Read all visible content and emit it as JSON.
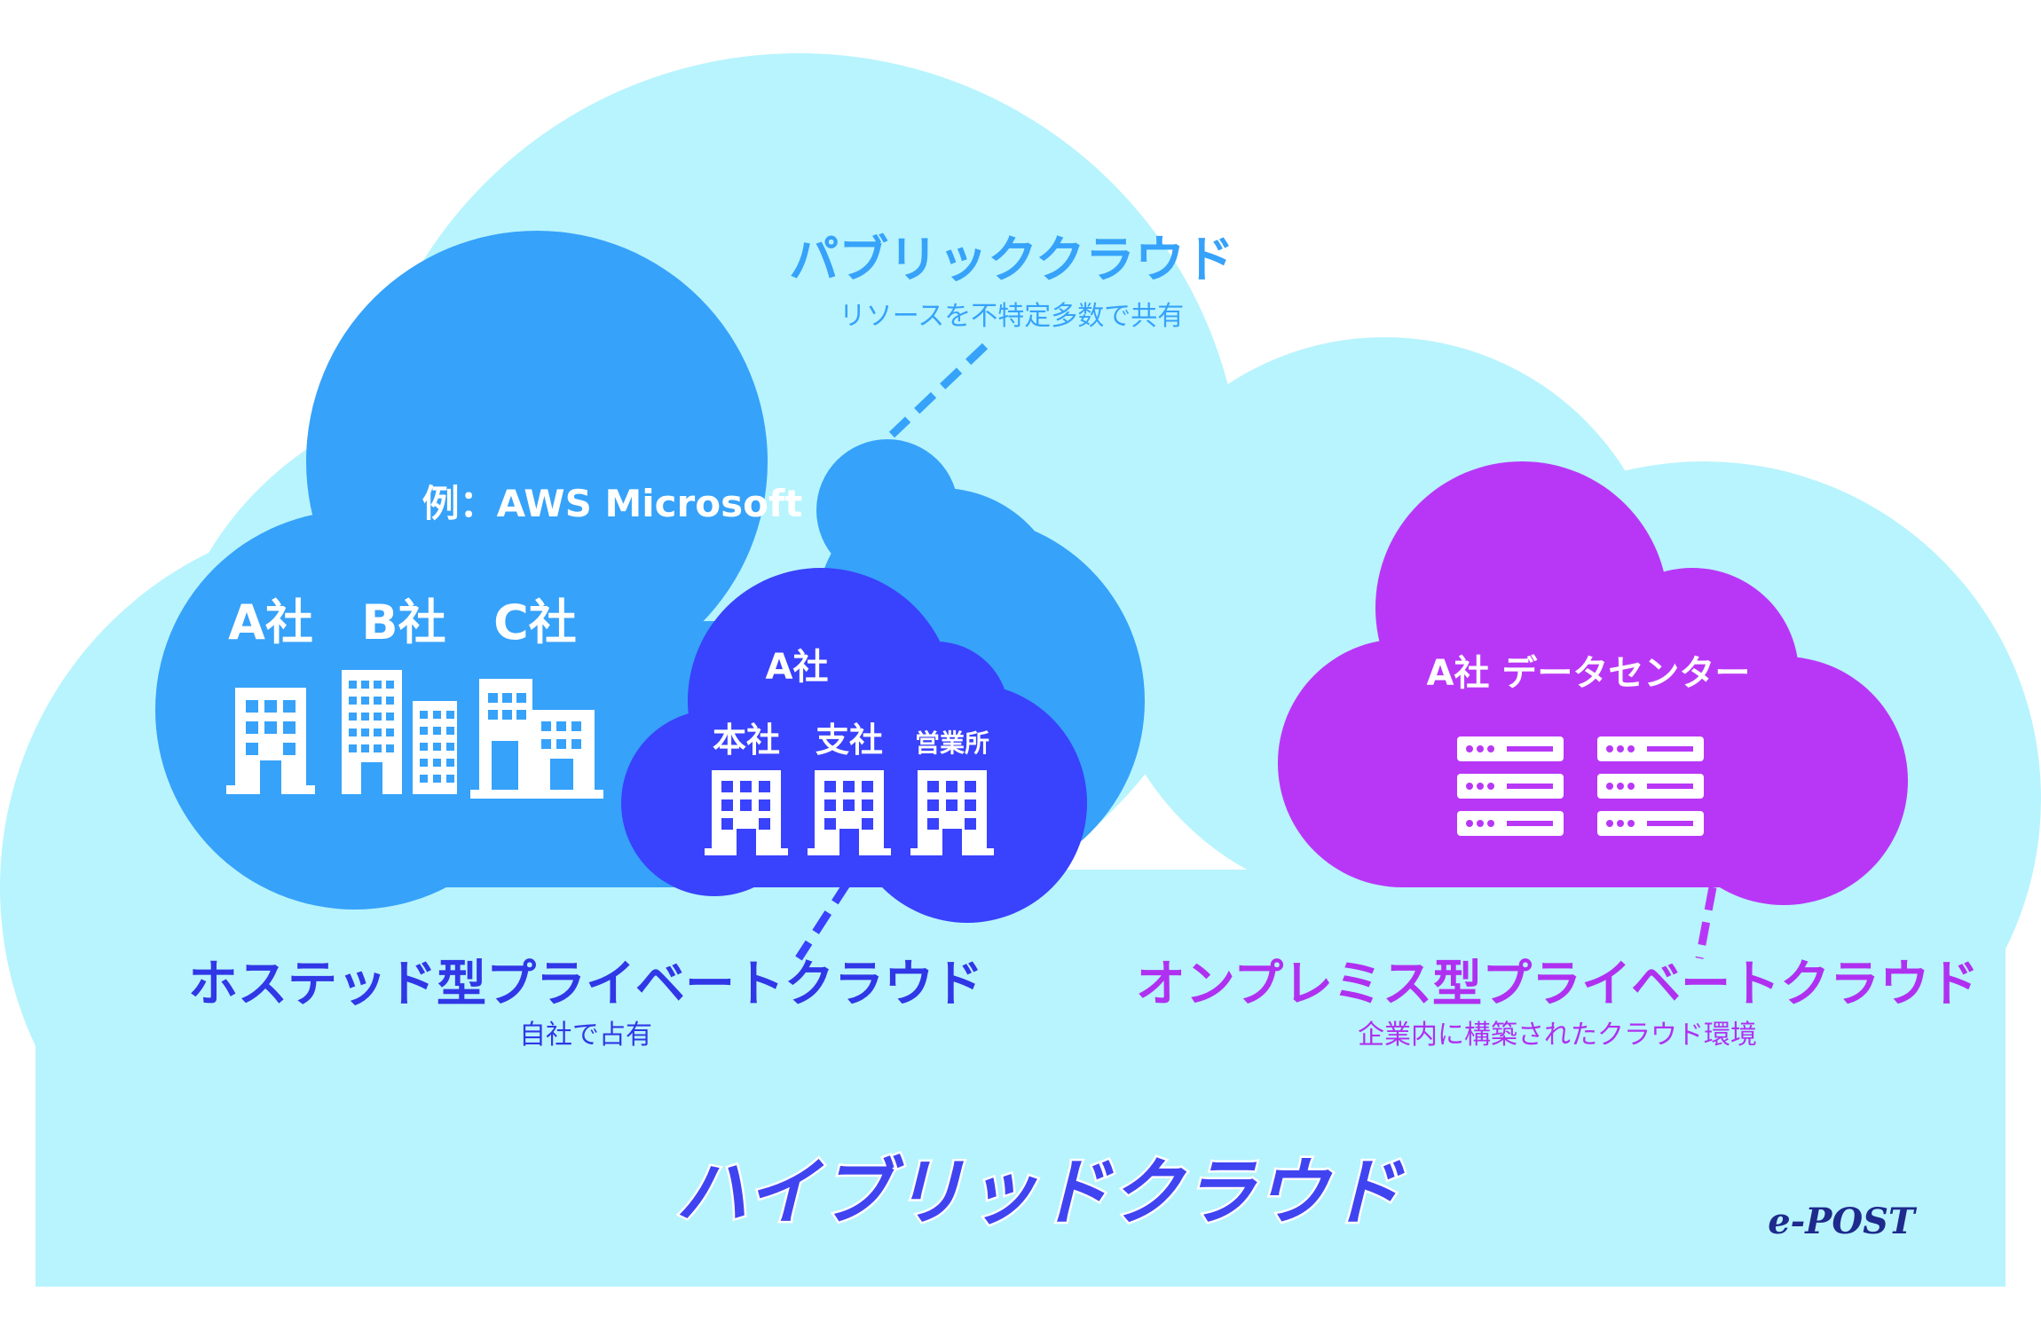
{
  "colors": {
    "hybrid_cloud": "#b8f4fd",
    "public_cloud": "#36a2fa",
    "hosted_cloud": "#3942fc",
    "onprem_cloud": "#b837f7",
    "public_text": "#36a2fa",
    "hosted_text": "#3037e6",
    "onprem_text": "#b030f0",
    "white": "#ffffff",
    "logo": "#1e2a8c"
  },
  "public_cloud": {
    "title": "パブリッククラウド",
    "subtitle": "リソースを不特定多数で共有",
    "example": "例：AWS Microsoft",
    "companies": [
      "A社",
      "B社",
      "C社"
    ]
  },
  "hosted_cloud": {
    "company": "A社",
    "offices": [
      "本社",
      "支社",
      "営業所"
    ],
    "title": "ホステッド型プライベートクラウド",
    "subtitle": "自社で占有"
  },
  "onprem_cloud": {
    "heading": "A社 データセンター",
    "title": "オンプレミス型プライベートクラウド",
    "subtitle": "企業内に構築されたクラウド環境"
  },
  "hybrid_cloud": {
    "title": "ハイブリッドクラウド"
  },
  "logo": {
    "text": "e-POST"
  }
}
